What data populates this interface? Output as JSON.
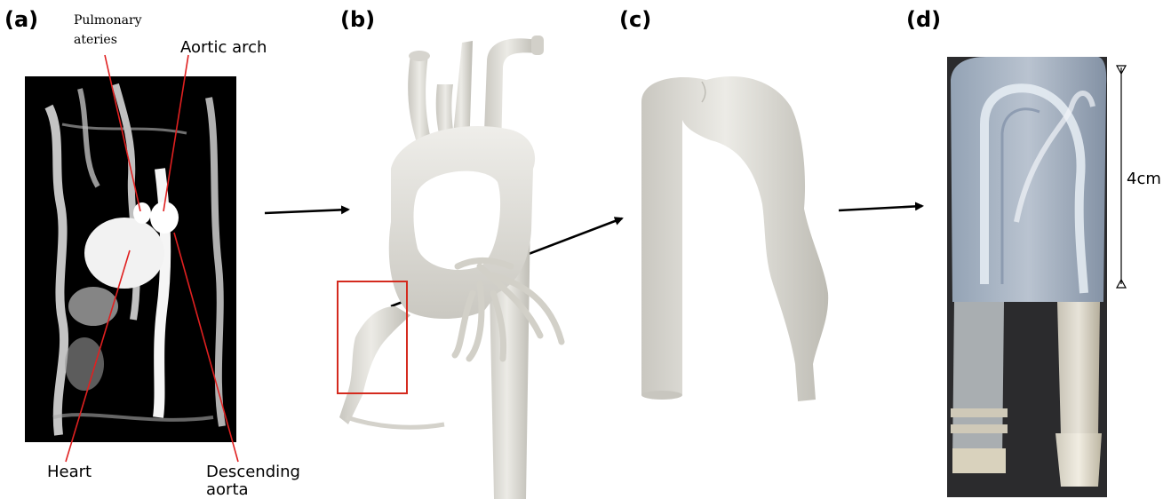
{
  "panels": {
    "a": "(a)",
    "b": "(b)",
    "c": "(c)",
    "d": "(d)"
  },
  "labels": {
    "pulmonary_line1": "Pulmonary",
    "pulmonary_line2": "ateries",
    "aortic_arch": "Aortic arch",
    "heart": "Heart",
    "descending_line1": "Descending",
    "descending_line2": "aorta",
    "scale": "4cm"
  },
  "colors": {
    "annotation": "#e02020",
    "highlight_box": "#d42a1e",
    "mri_bg": "#000000",
    "model_surface": "#e2e0da",
    "phantom_bg": "#2b2b2d"
  }
}
